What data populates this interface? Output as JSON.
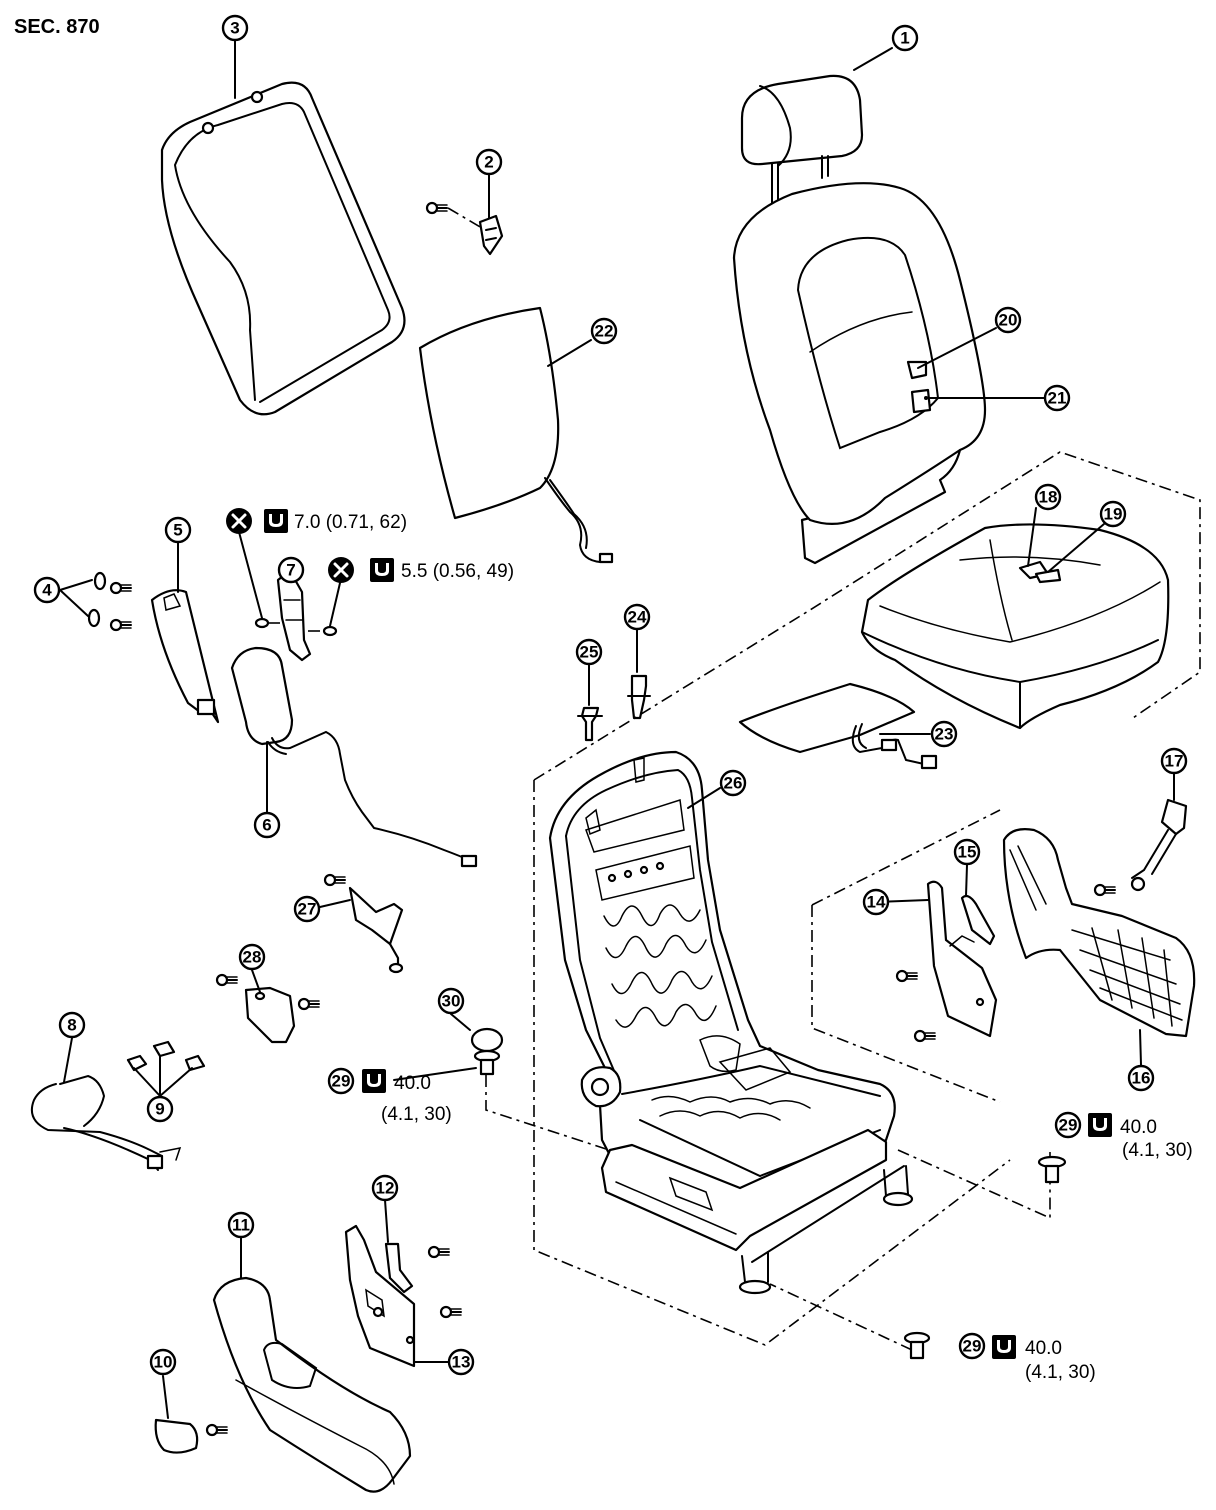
{
  "section_label": "SEC. 870",
  "callouts": [
    {
      "id": "1",
      "label": "1"
    },
    {
      "id": "2",
      "label": "2"
    },
    {
      "id": "3",
      "label": "3"
    },
    {
      "id": "4",
      "label": "4"
    },
    {
      "id": "5",
      "label": "5"
    },
    {
      "id": "6",
      "label": "6"
    },
    {
      "id": "7",
      "label": "7"
    },
    {
      "id": "8",
      "label": "8"
    },
    {
      "id": "9",
      "label": "9"
    },
    {
      "id": "10",
      "label": "10"
    },
    {
      "id": "11",
      "label": "11"
    },
    {
      "id": "12",
      "label": "12"
    },
    {
      "id": "13",
      "label": "13"
    },
    {
      "id": "14",
      "label": "14"
    },
    {
      "id": "15",
      "label": "15"
    },
    {
      "id": "16",
      "label": "16"
    },
    {
      "id": "17",
      "label": "17"
    },
    {
      "id": "18",
      "label": "18"
    },
    {
      "id": "19",
      "label": "19"
    },
    {
      "id": "20",
      "label": "20"
    },
    {
      "id": "21",
      "label": "21"
    },
    {
      "id": "22",
      "label": "22"
    },
    {
      "id": "23",
      "label": "23"
    },
    {
      "id": "24",
      "label": "24"
    },
    {
      "id": "25",
      "label": "25"
    },
    {
      "id": "26",
      "label": "26"
    },
    {
      "id": "27",
      "label": "27"
    },
    {
      "id": "28",
      "label": "28"
    },
    {
      "id": "29a",
      "label": "29"
    },
    {
      "id": "29b",
      "label": "29"
    },
    {
      "id": "29c",
      "label": "29"
    },
    {
      "id": "30",
      "label": "30"
    }
  ],
  "torque_specs": [
    {
      "id": "t7",
      "line1": "7.0 (0.71, 62)",
      "icons": [
        "do-not-reuse-icon",
        "torque-wrench-icon"
      ]
    },
    {
      "id": "t55",
      "line1": "5.5 (0.56, 49)",
      "icons": [
        "do-not-reuse-icon",
        "torque-wrench-icon"
      ]
    },
    {
      "id": "t40a",
      "line1": "40.0",
      "line2": "(4.1, 30)",
      "icons": [
        "torque-wrench-icon"
      ]
    },
    {
      "id": "t40b",
      "line1": "40.0",
      "line2": "(4.1, 30)",
      "icons": [
        "torque-wrench-icon"
      ]
    },
    {
      "id": "t40c",
      "line1": "40.0",
      "line2": "(4.1, 30)",
      "icons": [
        "torque-wrench-icon"
      ]
    }
  ]
}
